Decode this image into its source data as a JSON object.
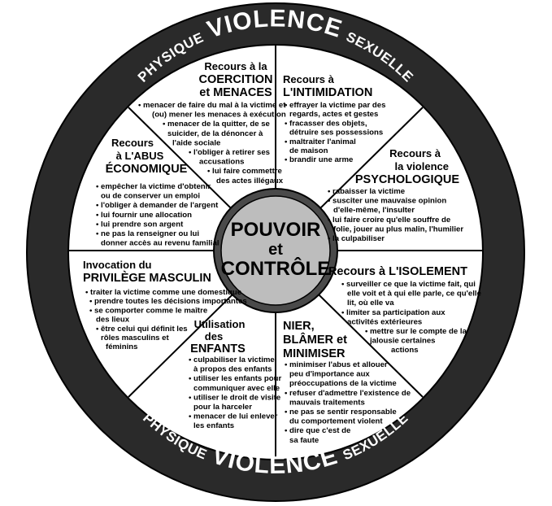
{
  "ring": {
    "top_left": "PHYSIQUE",
    "top_center": "VIOLENCE",
    "top_right": "SEXUELLE",
    "bottom_left": "PHYSIQUE",
    "bottom_center": "VIOLENCE",
    "bottom_right": "SEXUELLE"
  },
  "hub": {
    "line1": "POUVOIR",
    "line2": "et",
    "line3": "CONTRÔLE"
  },
  "segments": {
    "coercion": {
      "title": [
        "Recours à la",
        "COERCITION",
        "et MENACES"
      ],
      "bullets": [
        "• menacer de faire du mal à la victime et",
        "(ou) mener les menaces à exécution",
        "• menacer de la quitter, de se",
        "suicider, de la dénoncer à",
        "l'aide sociale",
        "• l'obliger à retirer ses",
        "accusations",
        "• lui faire commettre",
        "des actes illégaux"
      ]
    },
    "intimidation": {
      "title": [
        "Recours à",
        "L'INTIMIDATION"
      ],
      "bullets": [
        "• effrayer la victime par des",
        "regards, actes et gestes",
        "• fracasser des objets,",
        "détruire ses possessions",
        "• maltraiter l'animal",
        "de maison",
        "• brandir une arme"
      ]
    },
    "psychological": {
      "title": [
        "Recours à",
        "la violence",
        "PSYCHOLOGIQUE"
      ],
      "bullets": [
        "• rabaisser la victime",
        "• susciter une mauvaise opinion",
        "d'elle-même, l'insulter",
        "• lui faire croire qu'elle souffre de",
        "folie, jouer au plus malin, l'humilier",
        "• la culpabiliser"
      ]
    },
    "isolation": {
      "title": [
        "Recours à L'ISOLEMENT"
      ],
      "bullets": [
        "• surveiller ce que la victime fait, qui",
        "elle voit et à qui elle parle, ce qu'elle",
        "lit, où elle va",
        "• limiter sa participation aux",
        "activités extérieures",
        "• mettre sur le compte de la",
        "jalousie certaines",
        "actions"
      ]
    },
    "denial": {
      "title": [
        "NIER,",
        "BLÂMER et",
        "MINIMISER"
      ],
      "bullets": [
        "• minimiser l'abus et allouer",
        "peu d'importance aux",
        "préoccupations de la victime",
        "• refuser d'admettre l'existence de",
        "mauvais traitements",
        "• ne pas se sentir responsable",
        "du comportement violent",
        "• dire que c'est de",
        "sa faute"
      ]
    },
    "children": {
      "title": [
        "Utilisation",
        "des",
        "ENFANTS"
      ],
      "bullets": [
        "• culpabiliser la victime",
        "à propos des enfants",
        "• utiliser les enfants pour",
        "communiquer avec elle",
        "• utiliser le droit de visite",
        "pour la harceler",
        "• menacer de lui enlever",
        "les enfants"
      ]
    },
    "male_privilege": {
      "title": [
        "Invocation du",
        "PRIVILÈGE MASCULIN"
      ],
      "bullets": [
        "• traiter la victime comme une domestique",
        "• prendre toutes les décisions importantes",
        "• se comporter comme le maître",
        "des lieux",
        "• être celui qui définit les",
        "rôles masculins et",
        "féminins"
      ]
    },
    "economic": {
      "title": [
        "Recours",
        "à L'ABUS",
        "ÉCONOMIQUE"
      ],
      "bullets": [
        "• empêcher la victime d'obtenir",
        "ou de conserver un emploi",
        "• l'obliger à demander de l'argent",
        "• lui fournir une allocation",
        "• lui prendre son argent",
        "• ne pas la renseigner ou lui",
        "donner accès au revenu familial"
      ]
    }
  }
}
